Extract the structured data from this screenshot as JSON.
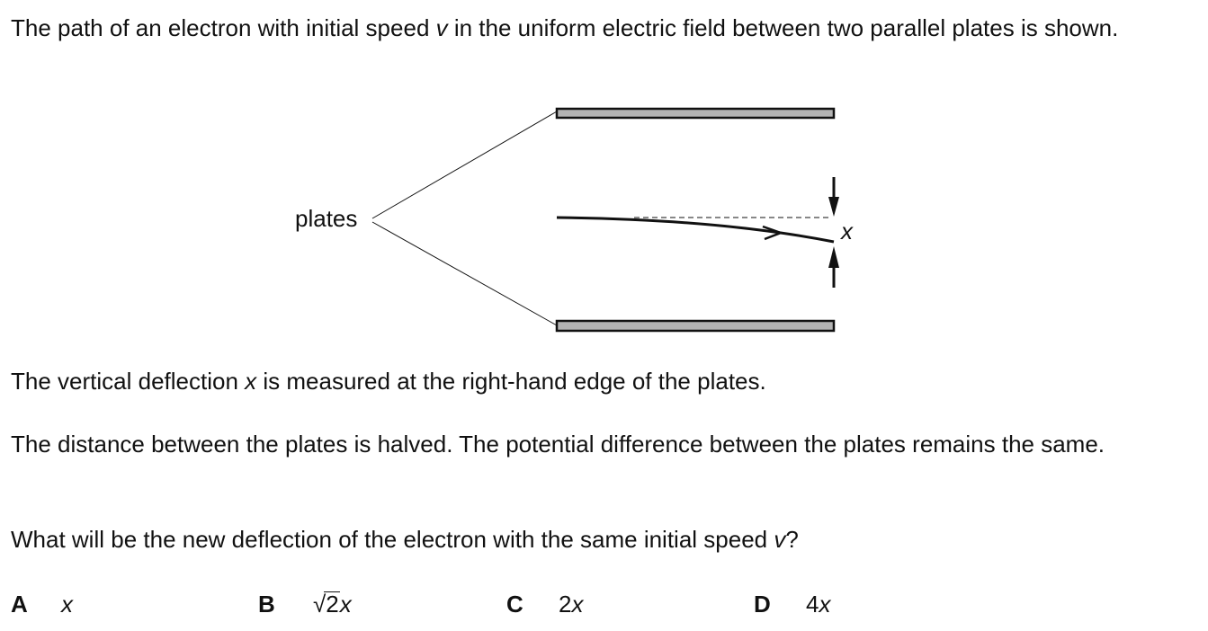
{
  "question": {
    "intro_before_v": "The path of an electron with initial speed ",
    "intro_var": "v",
    "intro_after_v": " in the uniform electric field between two parallel plates is shown.",
    "deflection_before_x": "The vertical deflection ",
    "deflection_var": "x",
    "deflection_after_x": " is measured at the right-hand edge of the plates.",
    "change": "The distance between the plates is halved. The potential difference between the plates remains the same.",
    "prompt_before_v": "What will be the new deflection of the electron with the same initial speed ",
    "prompt_var": "v",
    "prompt_after_v": "?"
  },
  "diagram": {
    "plates_label": "plates",
    "deflection_label": "x",
    "plate_fill": "#b3b3b3",
    "line_color": "#111111"
  },
  "options": [
    {
      "letter": "A",
      "coefficient": "",
      "radical": "",
      "var": "x"
    },
    {
      "letter": "B",
      "coefficient": "",
      "radical": "2",
      "var": "x"
    },
    {
      "letter": "C",
      "coefficient": "2",
      "radical": "",
      "var": "x"
    },
    {
      "letter": "D",
      "coefficient": "4",
      "radical": "",
      "var": "x"
    }
  ]
}
